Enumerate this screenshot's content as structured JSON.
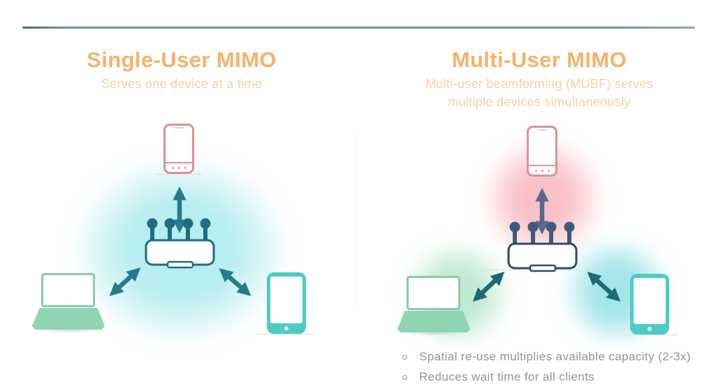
{
  "left_panel": {
    "title": "Single-User MIMO",
    "subtitle": "Serves one device at a time",
    "devices": [
      "smartphone",
      "wireless-router",
      "laptop",
      "tablet"
    ]
  },
  "right_panel": {
    "title": "Multi-User MIMO",
    "subtitle": "Multi-user beamforming (MUBF) serves multiple devices simultaneously",
    "devices": [
      "smartphone",
      "wireless-router",
      "laptop",
      "tablet"
    ],
    "bullets": [
      "Spatial re-use multiplies available capacity (2-3x)",
      "Reduces wait time for all clients"
    ]
  },
  "colors": {
    "heading_orange": "#f6b26b",
    "subtitle_orange": "#f8d0a0",
    "rule_blue": "#6e95a6",
    "teal_dark": "#1f6e80",
    "slate_blue": "#41597c",
    "slate_dark": "#30496a",
    "arrow_teal": "#27798c",
    "arrow_slate": "#57678f",
    "arrow_dark_teal": "#1e6a74",
    "phone_pink": "#db9098",
    "laptop_green": "#8ccaab",
    "laptop_base_green": "#90d5b1",
    "tablet_teal": "#4ccdc3",
    "glow_cyan": "#76dce4",
    "glow_red": "#f2828a",
    "glow_green": "#8cd7aa",
    "glow_teal": "#48cbd4",
    "bullet_gray": "#8e949e"
  }
}
